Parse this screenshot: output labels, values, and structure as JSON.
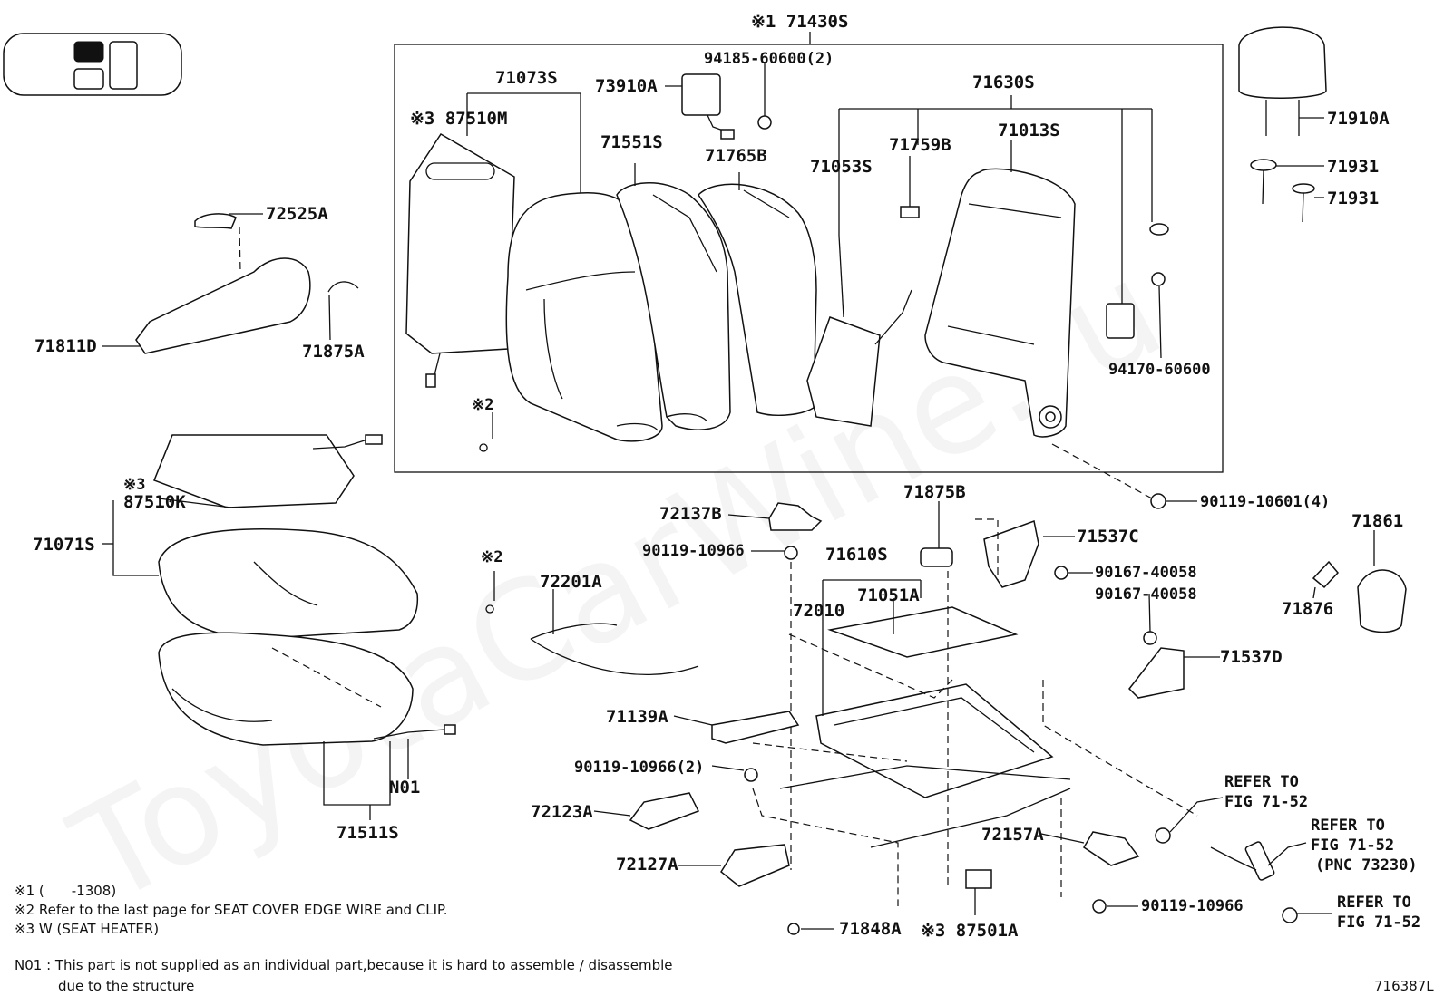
{
  "labels": {
    "p71430S": "※1 71430S",
    "p94185": "94185-60600(2)",
    "p71073S": "71073S",
    "p73910A": "73910A",
    "p87510M": "※3 87510M",
    "p71551S": "71551S",
    "p71765B": "71765B",
    "p71630S": "71630S",
    "p71013S": "71013S",
    "p71759B": "71759B",
    "p71053S": "71053S",
    "p94170": "94170-60600",
    "p71910A": "71910A",
    "p71931a": "71931",
    "p71931b": "71931",
    "p72525A": "72525A",
    "p71811D": "71811D",
    "p71875A": "71875A",
    "p2a": "※2",
    "p87510K_note": "※3",
    "p87510K": "87510K",
    "p71071S": "71071S",
    "p2b": "※2",
    "p72201A": "72201A",
    "p72137B": "72137B",
    "p90119_10966a": "90119-10966",
    "p71875B": "71875B",
    "p71537C": "71537C",
    "p90119_10601": "90119-10601(4)",
    "p71610S": "71610S",
    "p71051A": "71051A",
    "p72010": "72010",
    "p90167a": "90167-40058",
    "p90167b": "90167-40058",
    "p71861": "71861",
    "p71876": "71876",
    "p71537D": "71537D",
    "p71139A": "71139A",
    "p90119_10966_2": "90119-10966(2)",
    "pN01": "N01",
    "p71511S": "71511S",
    "p72123A": "72123A",
    "p72127A": "72127A",
    "p72157A": "72157A",
    "p90119_10966b": "90119-10966",
    "p71848A": "71848A",
    "p87501A": "※3 87501A",
    "ref1a": "REFER TO",
    "ref1b": "FIG 71-52",
    "ref2a": "REFER TO",
    "ref2b": "FIG 71-52",
    "ref2c": "(PNC 73230)",
    "ref3a": "REFER TO",
    "ref3b": "FIG 71-52"
  },
  "notes": {
    "n1": "※1 (　　-1308)",
    "n2": "※2 Refer to the last page for SEAT COVER EDGE WIRE and CLIP.",
    "n3": "※3 W (SEAT HEATER)",
    "n01a": "N01 : This part is not supplied as an individual part,because it is hard to assemble / disassemble",
    "n01b": "due to the structure"
  },
  "figure_code": "716387L",
  "watermark": "ToyotaCarWine.ru"
}
